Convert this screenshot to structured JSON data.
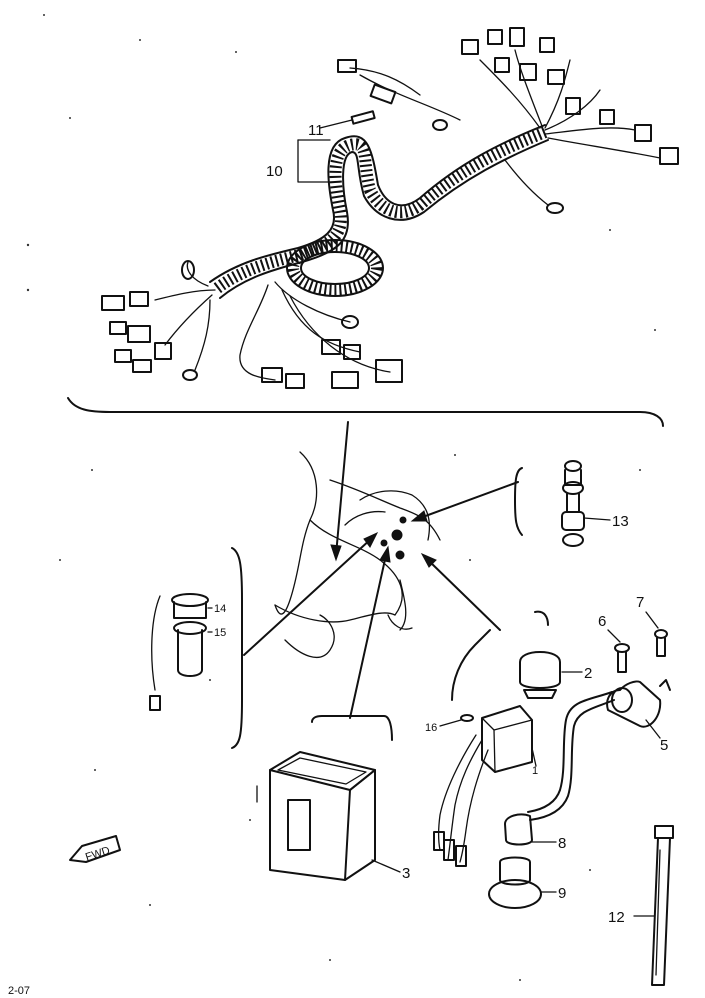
{
  "callouts": {
    "c1": "1",
    "c2": "2",
    "c3": "3",
    "c5": "5",
    "c6": "6",
    "c7": "7",
    "c8": "8",
    "c9": "9",
    "c10": "10",
    "c11": "11",
    "c12": "12",
    "c13": "13",
    "c14": "14",
    "c15": "15",
    "c16": "16"
  },
  "direction_marker": "FWD",
  "footer_code": "2-07"
}
